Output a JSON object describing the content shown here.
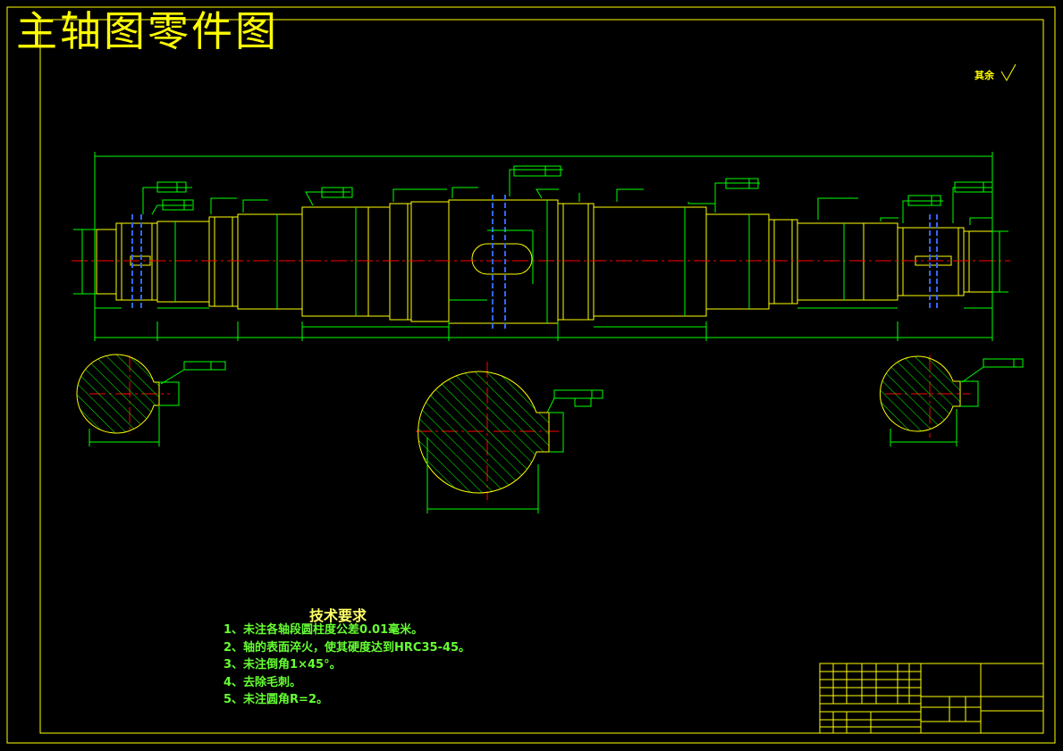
{
  "drawing": {
    "title": "主轴图零件图",
    "roughness_note": "其余"
  },
  "technical_requirements": {
    "heading": "技术要求",
    "items": [
      "1、未注各轴段圆柱度公差0.01毫米。",
      "2、轴的表面淬火，使其硬度达到HRC35-45。",
      "3、未注倒角1×45°。",
      "4、去除毛刺。",
      "5、未注圆角R=2。"
    ]
  },
  "colors": {
    "background": "#000000",
    "outline": "#ffff00",
    "dimension": "#00ff00",
    "centerline": "#ff0000",
    "hidden_line": "#3366ff",
    "text_green": "#66ff33"
  }
}
